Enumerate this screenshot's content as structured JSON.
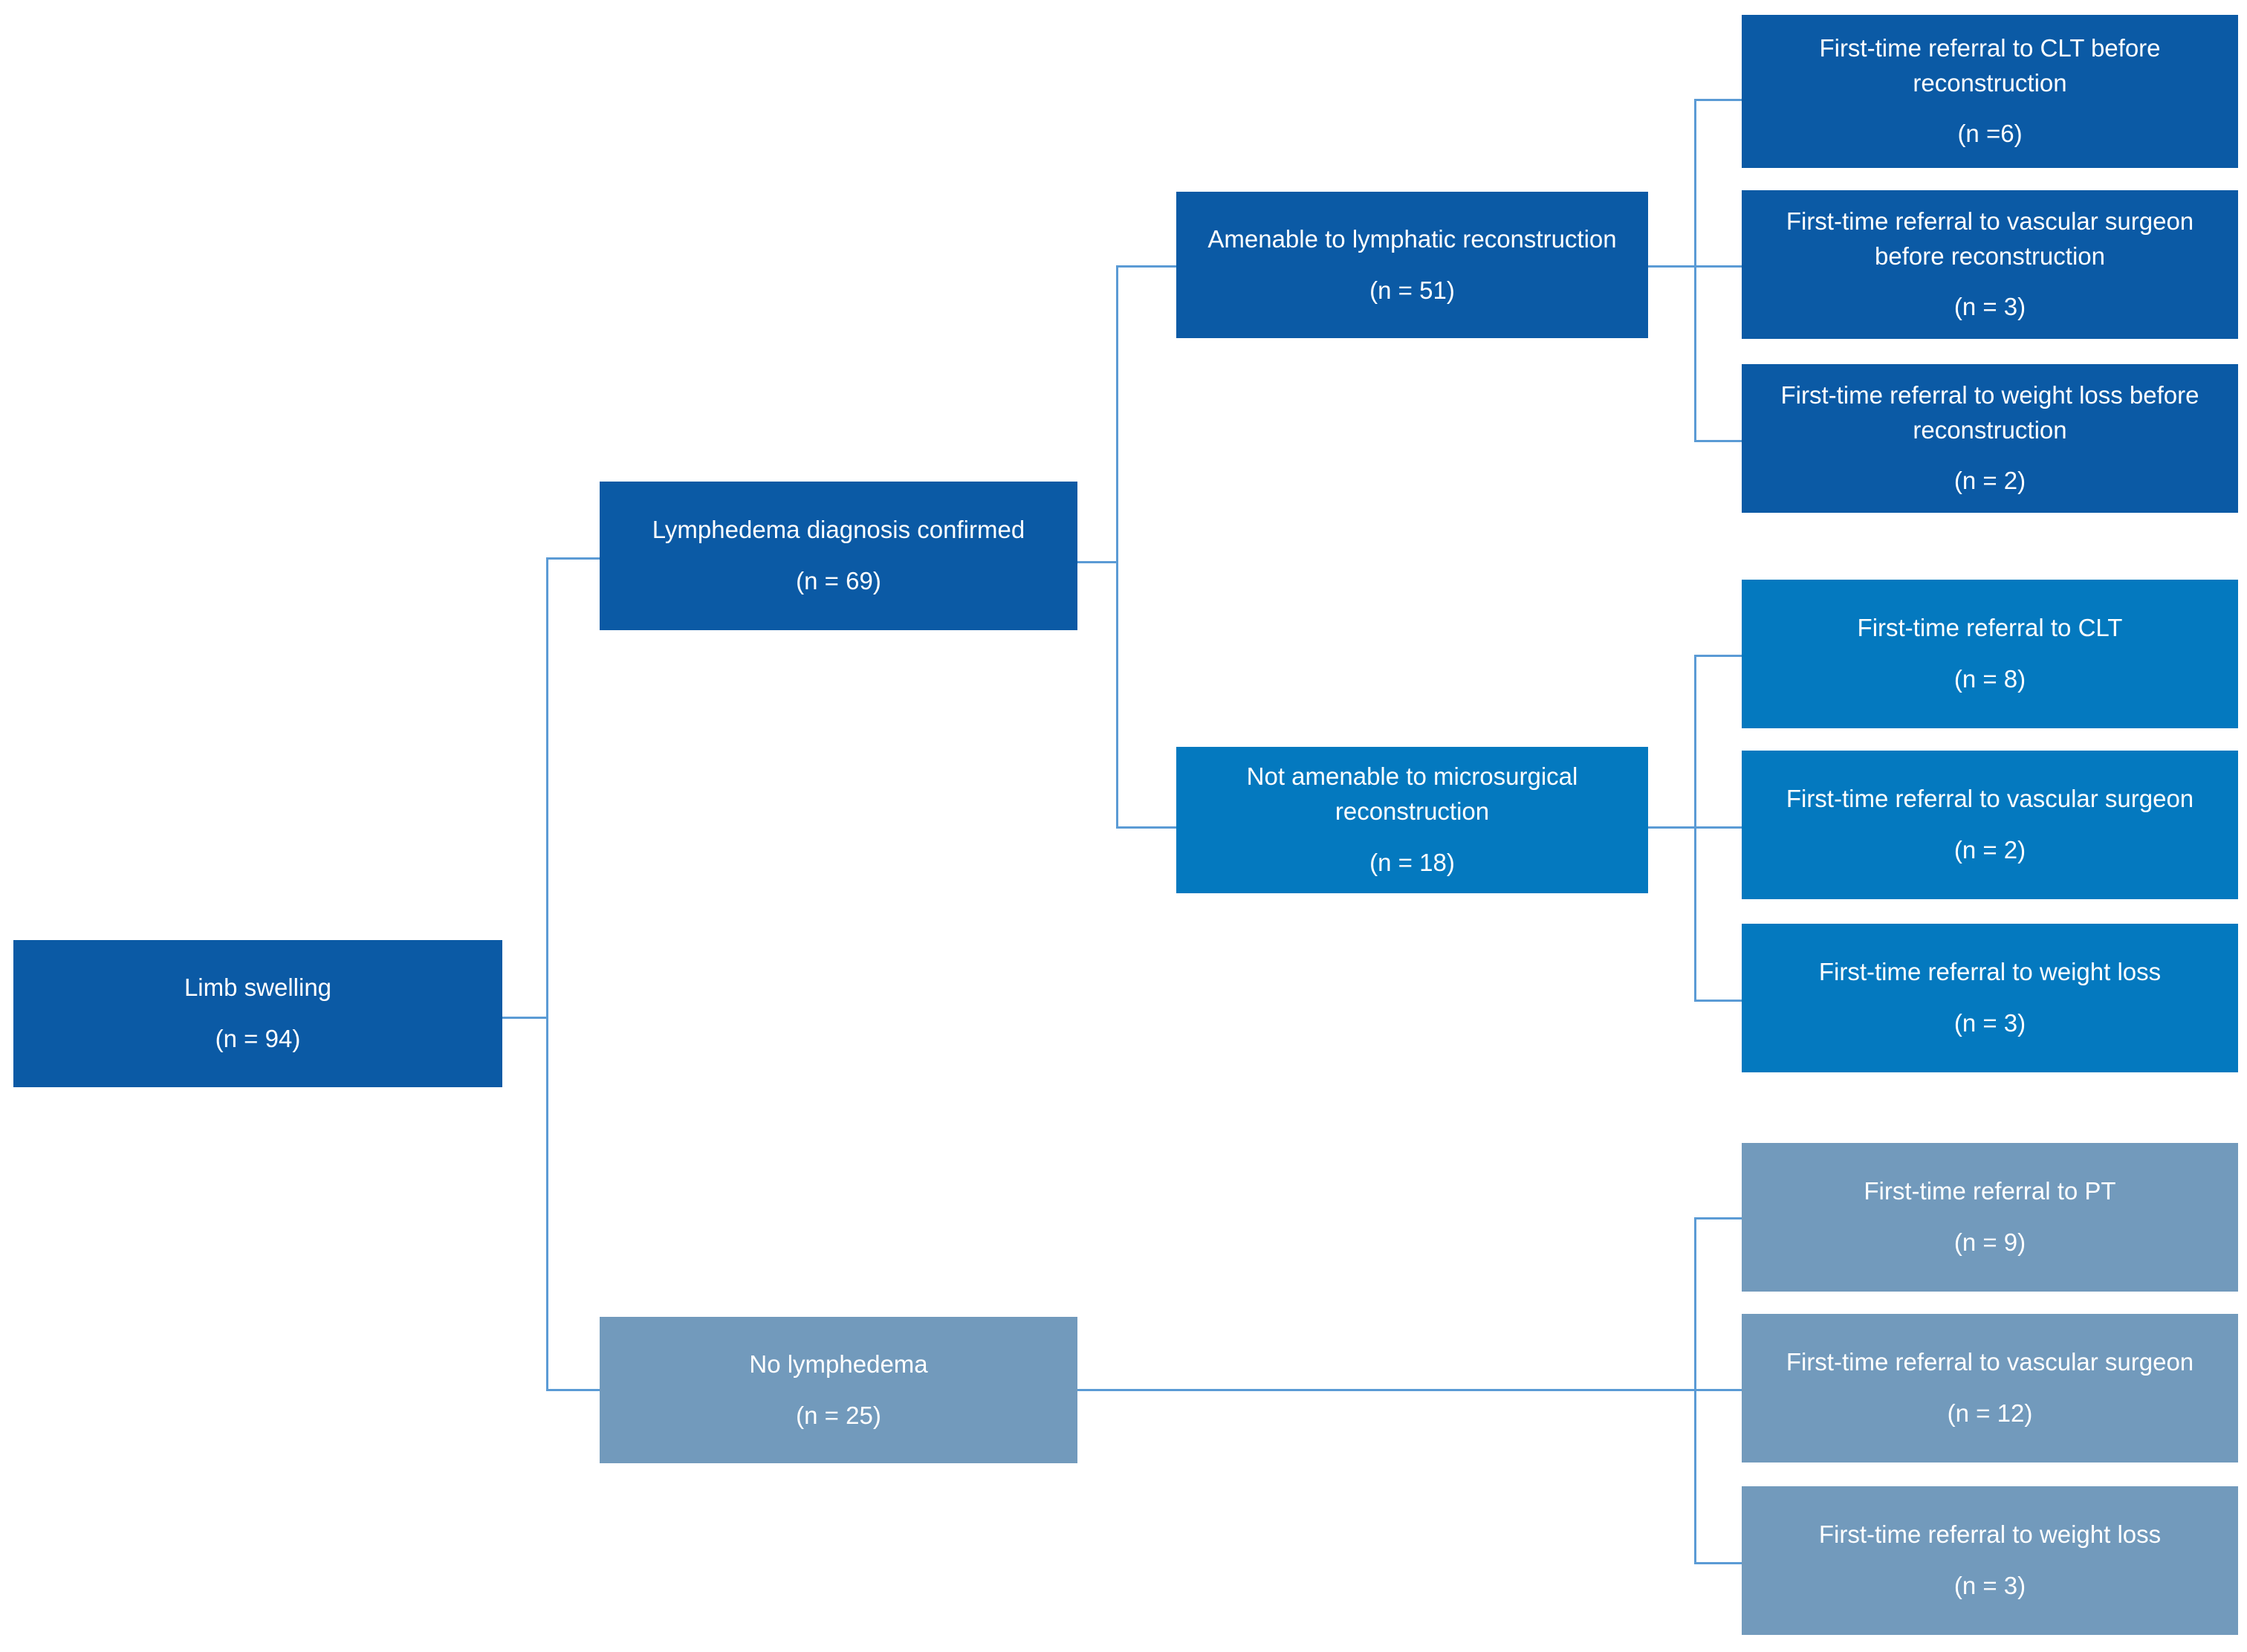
{
  "diagram": {
    "title": "Limb swelling referral pathway flowchart",
    "colors": {
      "dark_blue": "#0b5aa5",
      "mid_blue": "#0479bf",
      "gray_blue": "#729abc",
      "connector": "#5b9bd5",
      "text": "#ffffff",
      "background": "#ffffff"
    },
    "nodes": {
      "root": {
        "label": "Limb swelling",
        "count": "(n = 94)",
        "color": "dark_blue"
      },
      "level2": [
        {
          "id": "lymphedema-confirmed",
          "label": "Lymphedema diagnosis confirmed",
          "count": "(n = 69)",
          "color": "dark_blue"
        },
        {
          "id": "no-lymphedema",
          "label": "No lymphedema",
          "count": "(n = 25)",
          "color": "gray_blue"
        }
      ],
      "level3": [
        {
          "id": "amenable-lymphatic-reconstruction",
          "label": "Amenable to lymphatic reconstruction",
          "count": "(n = 51)",
          "color": "dark_blue"
        },
        {
          "id": "not-amenable-microsurgical-reconstruction",
          "label": "Not amenable to microsurgical reconstruction",
          "count": "(n = 18)",
          "color": "mid_blue"
        }
      ],
      "outcomes_amenable": [
        {
          "id": "referral-clt-before-reconstruction",
          "label": "First-time referral to CLT before reconstruction",
          "count": "(n =6)",
          "color": "dark_blue"
        },
        {
          "id": "referral-vascular-surgeon-before-reconstruction",
          "label": "First-time referral to vascular surgeon before reconstruction",
          "count": "(n = 3)",
          "color": "dark_blue"
        },
        {
          "id": "referral-weight-loss-before-reconstruction",
          "label": "First-time referral to weight loss before reconstruction",
          "count": "(n = 2)",
          "color": "dark_blue"
        }
      ],
      "outcomes_not_amenable": [
        {
          "id": "referral-clt",
          "label": "First-time referral to CLT",
          "count": "(n = 8)",
          "color": "mid_blue"
        },
        {
          "id": "referral-vascular-surgeon",
          "label": "First-time referral to vascular surgeon",
          "count": "(n = 2)",
          "color": "mid_blue"
        },
        {
          "id": "referral-weight-loss",
          "label": "First-time referral to weight loss",
          "count": "(n = 3)",
          "color": "mid_blue"
        }
      ],
      "outcomes_no_lymphedema": [
        {
          "id": "referral-pt",
          "label": "First-time referral to PT",
          "count": "(n = 9)",
          "color": "gray_blue"
        },
        {
          "id": "referral-vascular-surgeon-no-lymphedema",
          "label": "First-time referral to vascular surgeon",
          "count": "(n = 12)",
          "color": "gray_blue"
        },
        {
          "id": "referral-weight-loss-no-lymphedema",
          "label": "First-time referral to weight loss",
          "count": "(n = 3)",
          "color": "gray_blue"
        }
      ]
    }
  }
}
